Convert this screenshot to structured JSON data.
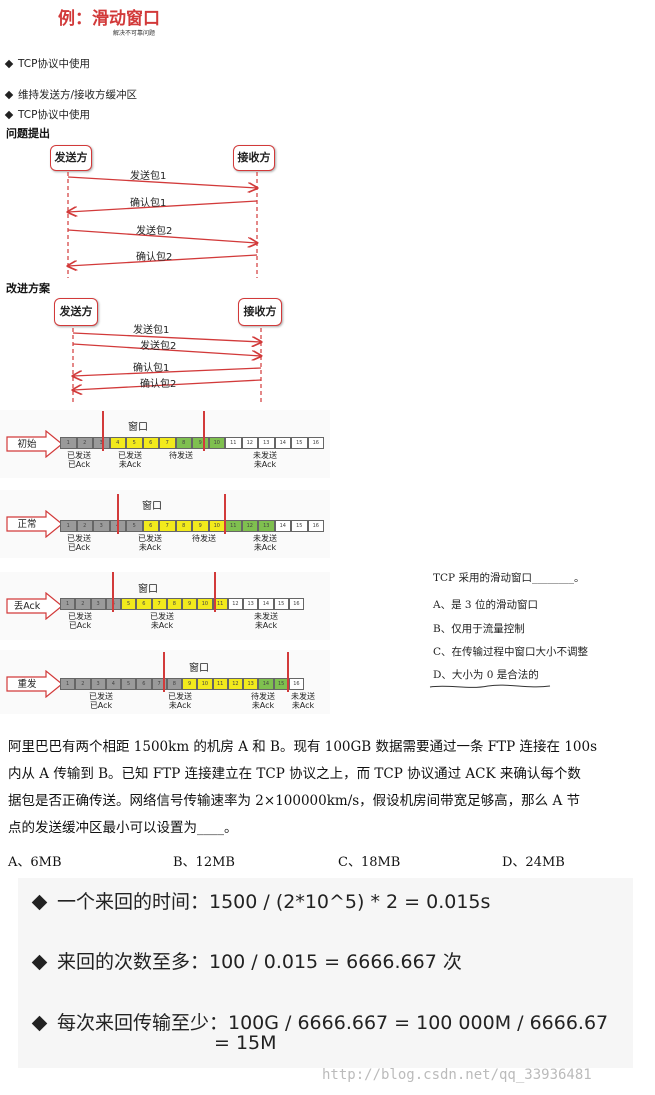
{
  "header": {
    "title": "例：滑动窗口",
    "subtitle": "解决不可靠问题"
  },
  "bullets": [
    "TCP协议中使用",
    "维持发送方/接收方缓冲区",
    "TCP协议中使用"
  ],
  "section1": {
    "heading": "问题提出",
    "sender": "发送方",
    "receiver": "接收方",
    "messages": [
      "发送包1",
      "确认包1",
      "发送包2",
      "确认包2"
    ]
  },
  "section2": {
    "heading": "改进方案",
    "sender": "发送方",
    "receiver": "接收方",
    "messages": [
      "发送包1",
      "发送包2",
      "确认包1",
      "确认包2"
    ]
  },
  "window_label": "窗口",
  "states": [
    {
      "name": "初始",
      "caps": [
        "已发送\n已Ack",
        "已发送\n未Ack",
        "待发送",
        "未发送\n未Ack"
      ]
    },
    {
      "name": "正常",
      "caps": [
        "已发送\n已Ack",
        "已发送\n未Ack",
        "待发送",
        "未发送\n未Ack"
      ]
    },
    {
      "name": "丢Ack",
      "caps": [
        "已发送\n已Ack",
        "已发送\n未Ack",
        "未发送\n未Ack"
      ]
    },
    {
      "name": "重发",
      "caps": [
        "已发送\n已Ack",
        "已发送\n未Ack",
        "待发送\n未Ack",
        "未发送\n未Ack"
      ]
    }
  ],
  "colors": {
    "gray": "#9a9a9a",
    "yellow": "#f2ea1c",
    "green": "#7fc04f",
    "red": "#d23a3a"
  },
  "quiz": {
    "question": "TCP 采用的滑动窗口________。",
    "options": [
      "A、是 3 位的滑动窗口",
      "B、仅用于流量控制",
      "C、在传输过程中窗口大小不调整",
      "D、大小为 0 是合法的"
    ]
  },
  "problem": {
    "lines": [
      "阿里巴巴有两个相距 1500km 的机房 A 和 B。现有 100GB 数据需要通过一条 FTP 连接在 100s",
      "内从 A 传输到 B。已知 FTP 连接建立在 TCP 协议之上，而 TCP 协议通过 ACK 来确认每个数",
      "据包是否正确传送。网络信号传输速率为 2×100000km/s，假设机房间带宽足够高，那么 A 节",
      "点的发送缓冲区最小可以设置为____。"
    ],
    "options": [
      "A、6MB",
      "B、12MB",
      "C、18MB",
      "D、24MB"
    ]
  },
  "calc": {
    "line1": "一个来回的时间：1500 / (2*10^5) * 2 = 0.015s",
    "line2": "来回的次数至多：100 / 0.015 = 6666.667 次",
    "line3a": "每次来回传输至少：100G / 6666.667 = 100 000M / 6666.67",
    "line3b": "= 15M"
  },
  "watermark": "http://blog.csdn.net/qq_33936481"
}
